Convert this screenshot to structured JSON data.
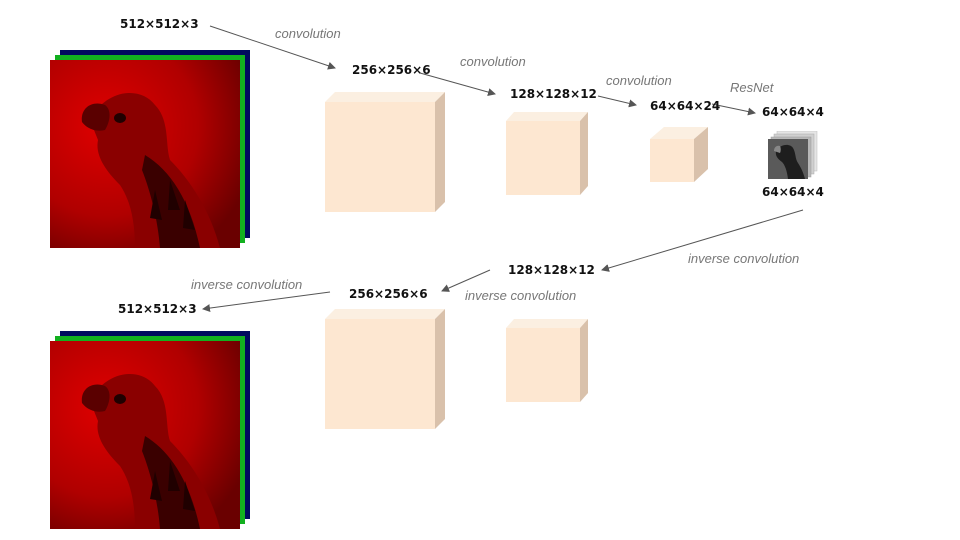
{
  "labels": {
    "input_dim": "512×512×3",
    "enc1_dim": "256×256×6",
    "enc2_dim": "128×128×12",
    "enc3_dim": "64×64×24",
    "res_in_dim": "64×64×4",
    "res_out_dim": "64×64×4",
    "dec1_dim": "128×128×12",
    "dec2_dim": "256×256×6",
    "output_dim": "512×512×3"
  },
  "ops": {
    "conv1": "convolution",
    "conv2": "convolution",
    "conv3": "convolution",
    "resnet": "ResNet",
    "inv1": "inverse convolution",
    "inv2": "inverse convolution",
    "inv3": "inverse convolution"
  },
  "colors": {
    "cube_front": "#fde7d1",
    "cube_top": "#fbefe1",
    "cube_side": "#d9c1ab",
    "red_channel": "#c80000",
    "green_channel": "#12b01f",
    "blue_channel": "#000a5e",
    "arrow": "#555555",
    "op_text": "#777777"
  },
  "icons": {
    "input_image": "parrot-image-rgb-stack",
    "output_image": "parrot-image-rgb-stack",
    "feature_map": "parrot-grayscale-stack"
  }
}
